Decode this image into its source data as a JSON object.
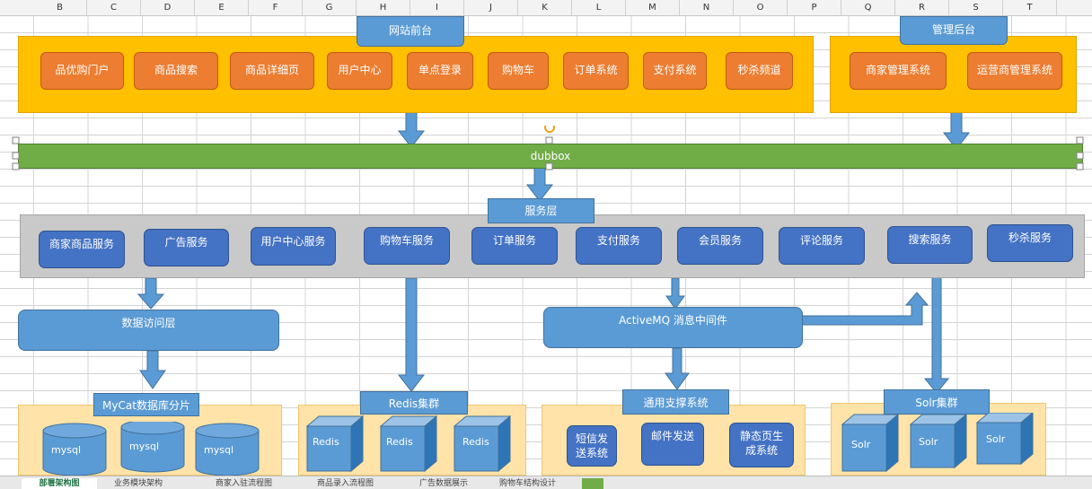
{
  "sheet": {
    "columns": [
      "B",
      "C",
      "D",
      "E",
      "F",
      "G",
      "H",
      "I",
      "J",
      "K",
      "L",
      "M",
      "N",
      "O",
      "P",
      "Q",
      "R",
      "S",
      "T"
    ],
    "tabs": [
      "部署架构图",
      "业务模块架构",
      "商家入驻流程图",
      "商品录入流程图",
      "广告数据展示",
      "购物车结构设计"
    ]
  },
  "frontend": {
    "title": "网站前台",
    "items": [
      "品优购门户",
      "商品搜索",
      "商品详细页",
      "用户中心",
      "单点登录",
      "购物车",
      "订单系统",
      "支付系统",
      "秒杀频道"
    ]
  },
  "backend": {
    "title": "管理后台",
    "items": [
      "商家管理系统",
      "运营商管理系统"
    ]
  },
  "bus": {
    "label": "dubbox"
  },
  "service_layer": {
    "title": "服务层",
    "items": [
      "商家商品服务",
      "广告服务",
      "用户中心服务",
      "购物车服务",
      "订单服务",
      "支付服务",
      "会员服务",
      "评论服务",
      "搜索服务",
      "秒杀服务"
    ]
  },
  "data_access": {
    "label": "数据访问层"
  },
  "mq": {
    "label": "ActiveMQ 消息中间件"
  },
  "mycat": {
    "title": "MyCat数据库分片",
    "items": [
      "mysql",
      "mysql",
      "mysql"
    ]
  },
  "redis": {
    "title": "Redis集群",
    "items": [
      "Redis",
      "Redis",
      "Redis"
    ]
  },
  "support": {
    "title": "通用支撑系统",
    "items": [
      "短信发送系统",
      "邮件发送",
      "静态页生成系统"
    ]
  },
  "solr": {
    "title": "Solr集群",
    "items": [
      "Solr",
      "Solr",
      "Solr"
    ]
  },
  "colors": {
    "orange": "#ffc000",
    "button_orange": "#ed7d31",
    "blue": "#4472c4",
    "label_blue": "#5b9bd5",
    "green": "#70ad47",
    "gray": "#c9c9c9",
    "peach": "#ffe3a8"
  }
}
